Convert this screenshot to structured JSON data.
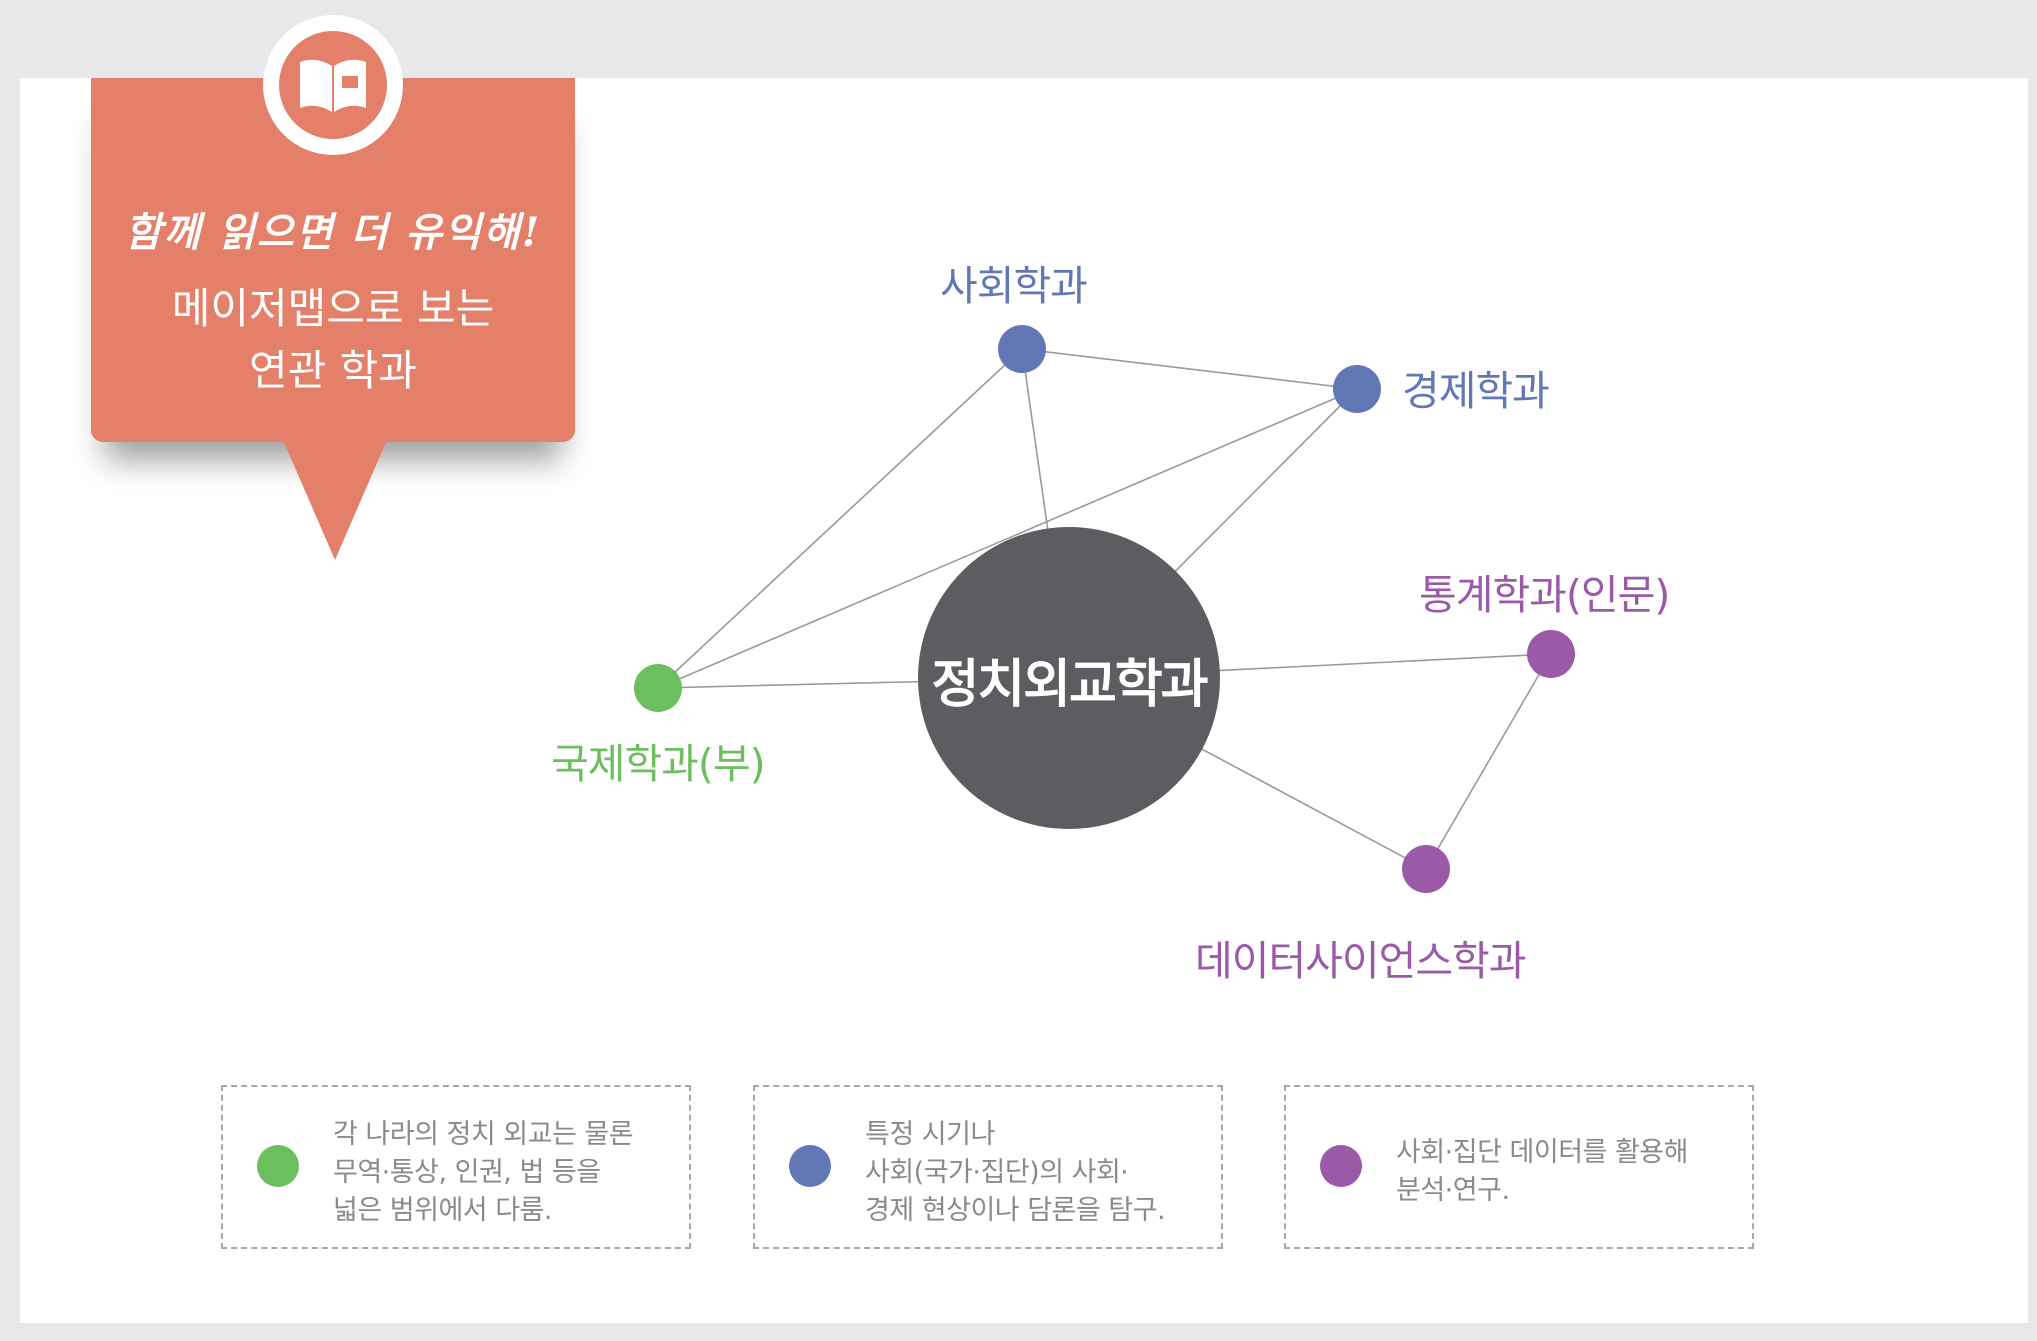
{
  "callout": {
    "tagline": "함께 읽으면 더 유익해!",
    "title_line1": "메이저맵으로 보는",
    "title_line2": "연관 학과",
    "icon": "open-book-icon"
  },
  "colors": {
    "callout": "#e4806a",
    "center": "#5c5d61",
    "green": "#6bbf5c",
    "blue": "#6277b5",
    "purple": "#9a5aa8",
    "line": "#999999"
  },
  "diagram": {
    "center": {
      "label": "정치외교학과"
    },
    "nodes": [
      {
        "id": "sociology",
        "label": "사회학과",
        "group": "blue"
      },
      {
        "id": "economics",
        "label": "경제학과",
        "group": "blue"
      },
      {
        "id": "statistics",
        "label": "통계학과(인문)",
        "group": "purple"
      },
      {
        "id": "data-science",
        "label": "데이터사이언스학과",
        "group": "purple"
      },
      {
        "id": "international",
        "label": "국제학과(부)",
        "group": "green"
      }
    ],
    "edges": [
      [
        "center",
        "sociology"
      ],
      [
        "center",
        "economics"
      ],
      [
        "center",
        "international"
      ],
      [
        "center",
        "statistics"
      ],
      [
        "center",
        "data-science"
      ],
      [
        "sociology",
        "economics"
      ],
      [
        "sociology",
        "international"
      ],
      [
        "economics",
        "international"
      ],
      [
        "statistics",
        "data-science"
      ]
    ]
  },
  "legend": [
    {
      "color": "green",
      "lines": [
        "각 나라의 정치 외교는 물론",
        "무역·통상, 인권, 법 등을",
        "넓은 범위에서 다룸."
      ]
    },
    {
      "color": "blue",
      "lines": [
        "특정 시기나",
        "사회(국가·집단)의 사회·",
        "경제 현상이나 담론을 탐구."
      ]
    },
    {
      "color": "purple",
      "lines": [
        "사회·집단 데이터를 활용해",
        "분석·연구."
      ]
    }
  ]
}
